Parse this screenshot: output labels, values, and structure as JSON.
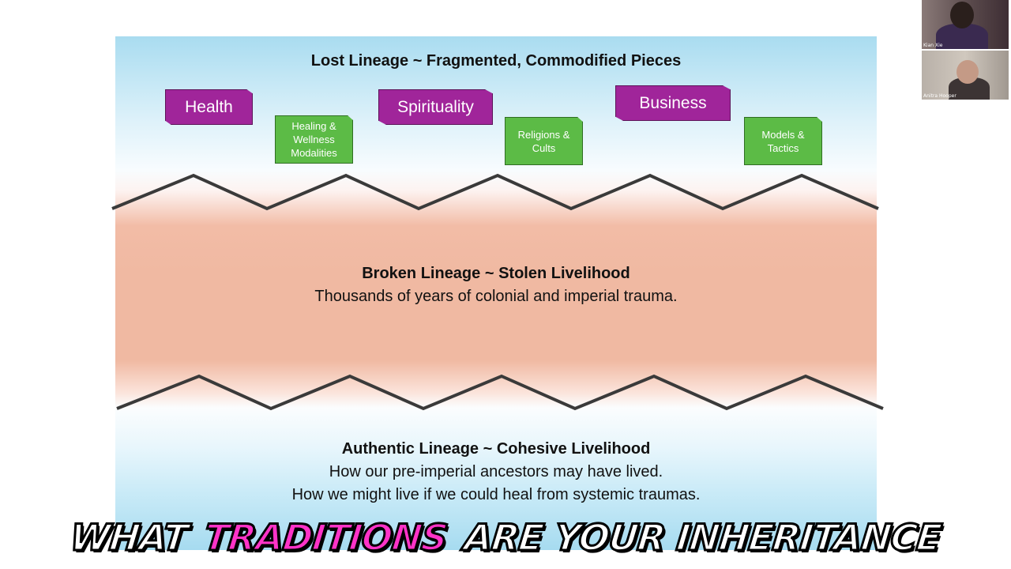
{
  "slide": {
    "title": "Lost Lineage ~ Fragmented, Commodified Pieces",
    "chips": [
      {
        "label": "Health",
        "style": "purple"
      },
      {
        "label": "Healing & Wellness Modalities",
        "style": "green"
      },
      {
        "label": "Spirituality",
        "style": "purple"
      },
      {
        "label": "Religions & Cults",
        "style": "green"
      },
      {
        "label": "Business",
        "style": "purple"
      },
      {
        "label": "Models & Tactics",
        "style": "green"
      }
    ],
    "broken": {
      "title": "Broken Lineage ~ Stolen Livelihood",
      "line1": "Thousands of years of colonial and imperial trauma."
    },
    "authentic": {
      "title": "Authentic Lineage ~ Cohesive Livelihood",
      "line1": "How our pre-imperial ancestors may have lived.",
      "line2": "How we might live if we could heal from systemic traumas."
    },
    "colors": {
      "purple": "#a0259a",
      "green": "#5cbb46",
      "salmon": "#f0b9a2",
      "sky": "#a9dcf0"
    }
  },
  "caption": {
    "part1": "WHAT",
    "part2": "TRADITIONS",
    "part3": "ARE YOUR INHERITANCE",
    "accent": "#ff33c8"
  },
  "participants": [
    {
      "name": "Kian Xie"
    },
    {
      "name": "Anitra Hooper"
    }
  ]
}
